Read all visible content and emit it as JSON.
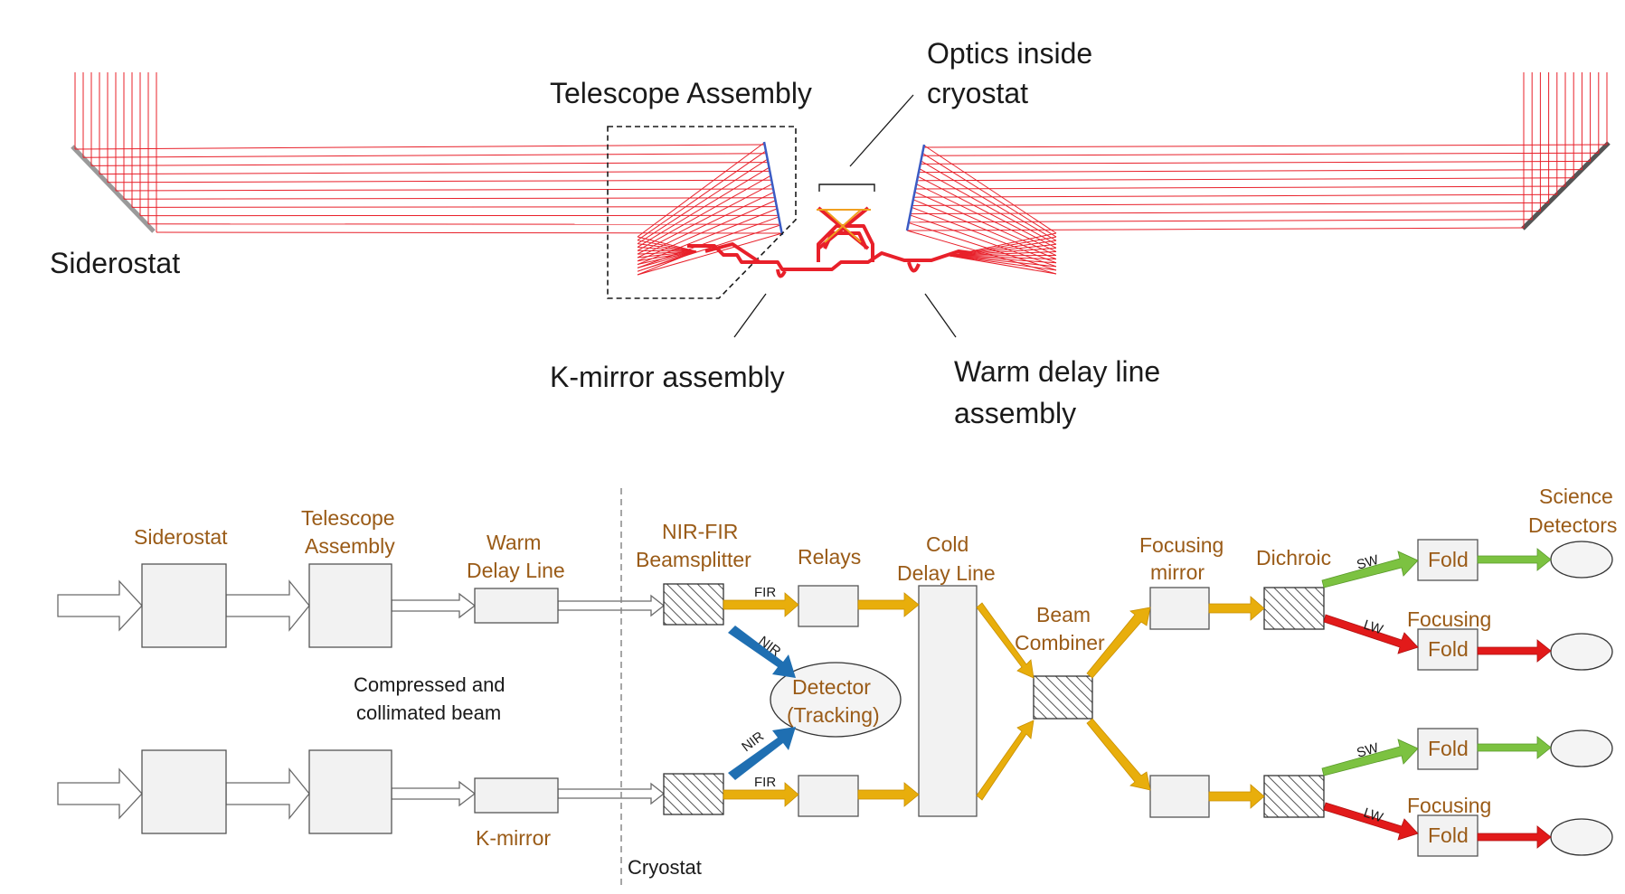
{
  "top_labels": {
    "siderostat": "Siderostat",
    "telescope_assembly": "Telescope Assembly",
    "optics_line1": "Optics inside",
    "optics_line2": "cryostat",
    "kmirror_assembly": "K-mirror assembly",
    "warm_delay_line1": "Warm delay line",
    "warm_delay_line2": "assembly"
  },
  "flow_labels": {
    "siderostat": "Siderostat",
    "telescope_line1": "Telescope",
    "telescope_line2": "Assembly",
    "warm_line1": "Warm",
    "warm_line2": "Delay Line",
    "kmirror": "K-mirror",
    "compressed_line1": "Compressed  and",
    "compressed_line2": "collimated beam",
    "cryostat": "Cryostat",
    "beamsplitter_line1": "NIR-FIR",
    "beamsplitter_line2": "Beamsplitter",
    "relays": "Relays",
    "cold_line1": "Cold",
    "cold_line2": "Delay Line",
    "detector_line1": "Detector",
    "detector_line2": "(Tracking)",
    "beam_line1": "Beam",
    "beam_line2": "Combiner",
    "focusing_line1": "Focusing",
    "focusing_line2": "mirror",
    "dichroic": "Dichroic",
    "science_line1": "Science",
    "science_line2": "Detectors",
    "fold": "Fold",
    "focusing": "Focusing",
    "fir": "FIR",
    "nir": "NIR",
    "sw": "SW",
    "lw": "LW"
  },
  "colors": {
    "ray_red": "#e8202a",
    "fir_orange": "#e8ae0c",
    "nir_blue": "#1f6fb2",
    "sw_green": "#7cc241",
    "lw_red": "#e21a1a",
    "label_brown": "#9a5b17"
  }
}
